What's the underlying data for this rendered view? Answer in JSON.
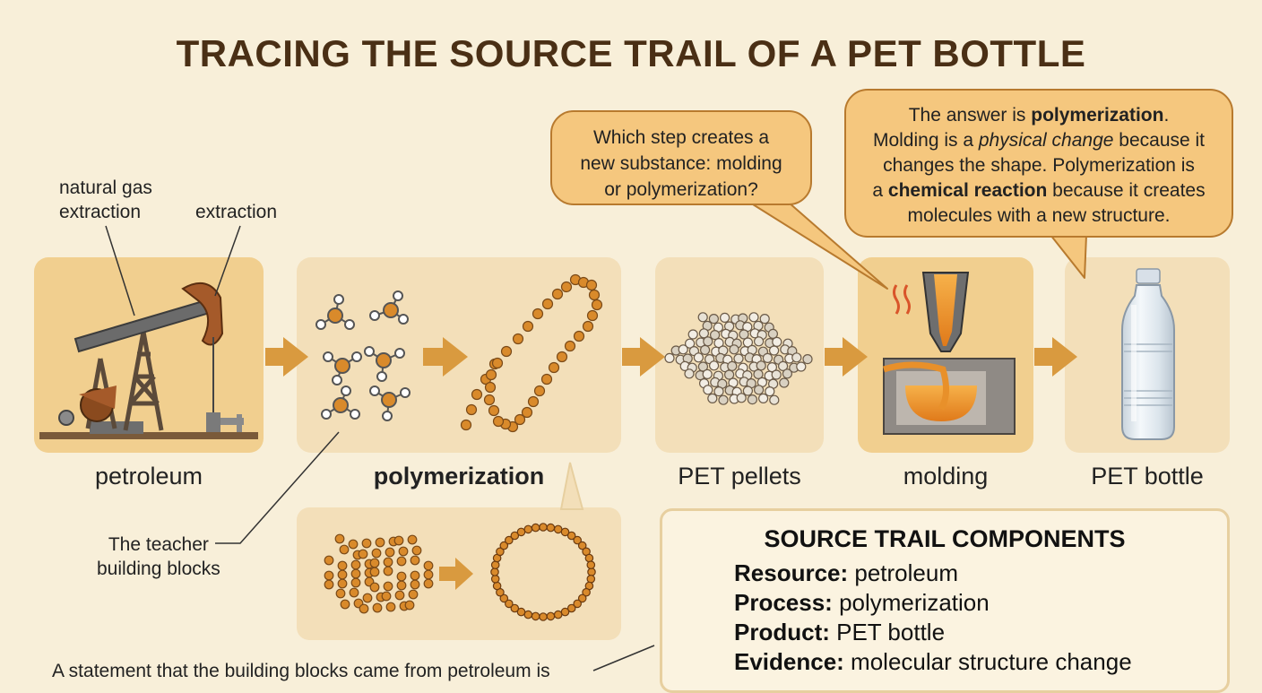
{
  "title": "TRACING THE SOURCE TRAIL OF A PET BOTTLE",
  "stages": [
    {
      "label": "petroleum"
    },
    {
      "label": "polymerization"
    },
    {
      "label": "PET pellets"
    },
    {
      "label": "molding"
    },
    {
      "label": "PET bottle"
    }
  ],
  "notes": {
    "natural_gas": "natural gas\nextraction",
    "extraction": "extraction",
    "teacher": "The teacher\nbuilding blocks"
  },
  "question_bubble": {
    "lines": [
      "Which step creates a",
      "new substance: molding",
      "or polymerization?"
    ]
  },
  "answer_bubble": {
    "l1_prefix": "The answer is ",
    "l1_bold": "polymerization",
    "l1_suffix": ".",
    "l2_prefix": "Molding is a ",
    "l2_italic": "physical change",
    "l2_suffix": " because it",
    "l3": "changes the shape. Polymerization is",
    "l4_prefix": "a ",
    "l4_bold": "chemical reaction",
    "l4_suffix": " because it creates",
    "l5": "molecules with a new structure."
  },
  "components": {
    "title": "SOURCE TRAIL COMPONENTS",
    "rows": [
      {
        "key": "Resource:",
        "value": " petroleum"
      },
      {
        "key": "Process:",
        "value": " polymerization"
      },
      {
        "key": "Product:",
        "value": " PET bottle"
      },
      {
        "key": "Evidence:",
        "value": " molecular structure change"
      }
    ]
  },
  "footer": "A statement that the building blocks came from petroleum is",
  "colors": {
    "background": "#f8efd9",
    "panel_dark": "#f1cf8f",
    "panel_light": "#f3dfb9",
    "arrow": "#d99a3f",
    "bead": "#d98a2b",
    "title": "#4a2f15"
  }
}
